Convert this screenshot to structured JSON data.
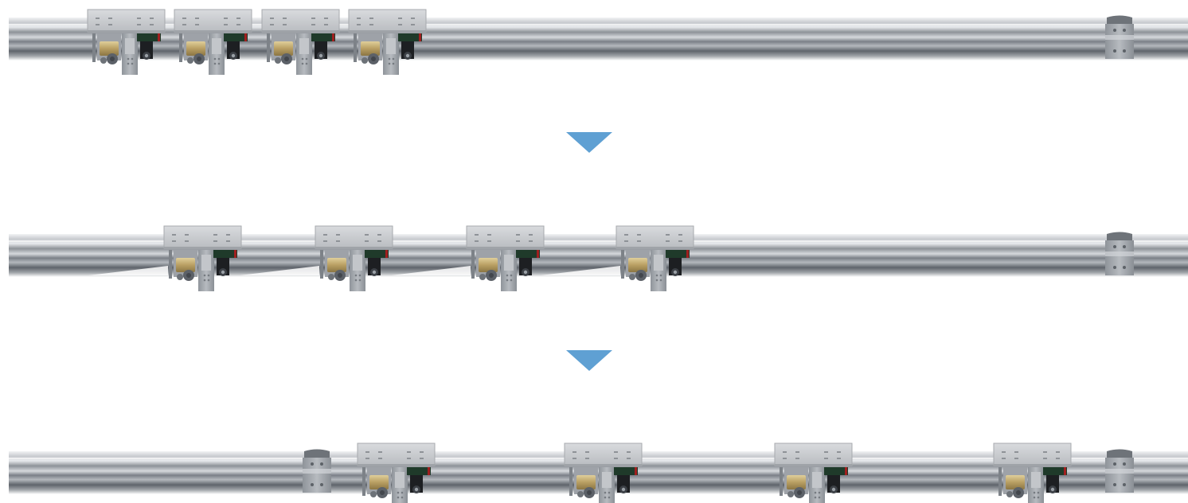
{
  "diagram": {
    "description_visible_text": "",
    "stages": [
      {
        "id": "stage-1",
        "carriers": 4,
        "end_clamps": [
          "right"
        ],
        "spacing": "compact"
      },
      {
        "id": "stage-2",
        "carriers": 4,
        "end_clamps": [
          "right"
        ],
        "spacing": "partially-spread"
      },
      {
        "id": "stage-3",
        "carriers": 4,
        "end_clamps": [
          "left",
          "right"
        ],
        "spacing": "evenly-spread"
      }
    ],
    "transitions": [
      {
        "from": "stage-1",
        "to": "stage-2",
        "icon": "down-triangle-arrow-icon"
      },
      {
        "from": "stage-2",
        "to": "stage-3",
        "icon": "down-triangle-arrow-icon"
      }
    ],
    "colors": {
      "arrow": "#5fa0d3",
      "rail_light": "#e2e4e7",
      "rail_mid": "#a9adb3",
      "rail_dark": "#6b7077",
      "carrier_plate": "#c9cbcf",
      "bushing_brass": "#c9b27a",
      "motor_dark": "#1d1f22",
      "motor_green": "#1f3a2a",
      "accent_red": "#a11f1f"
    }
  }
}
